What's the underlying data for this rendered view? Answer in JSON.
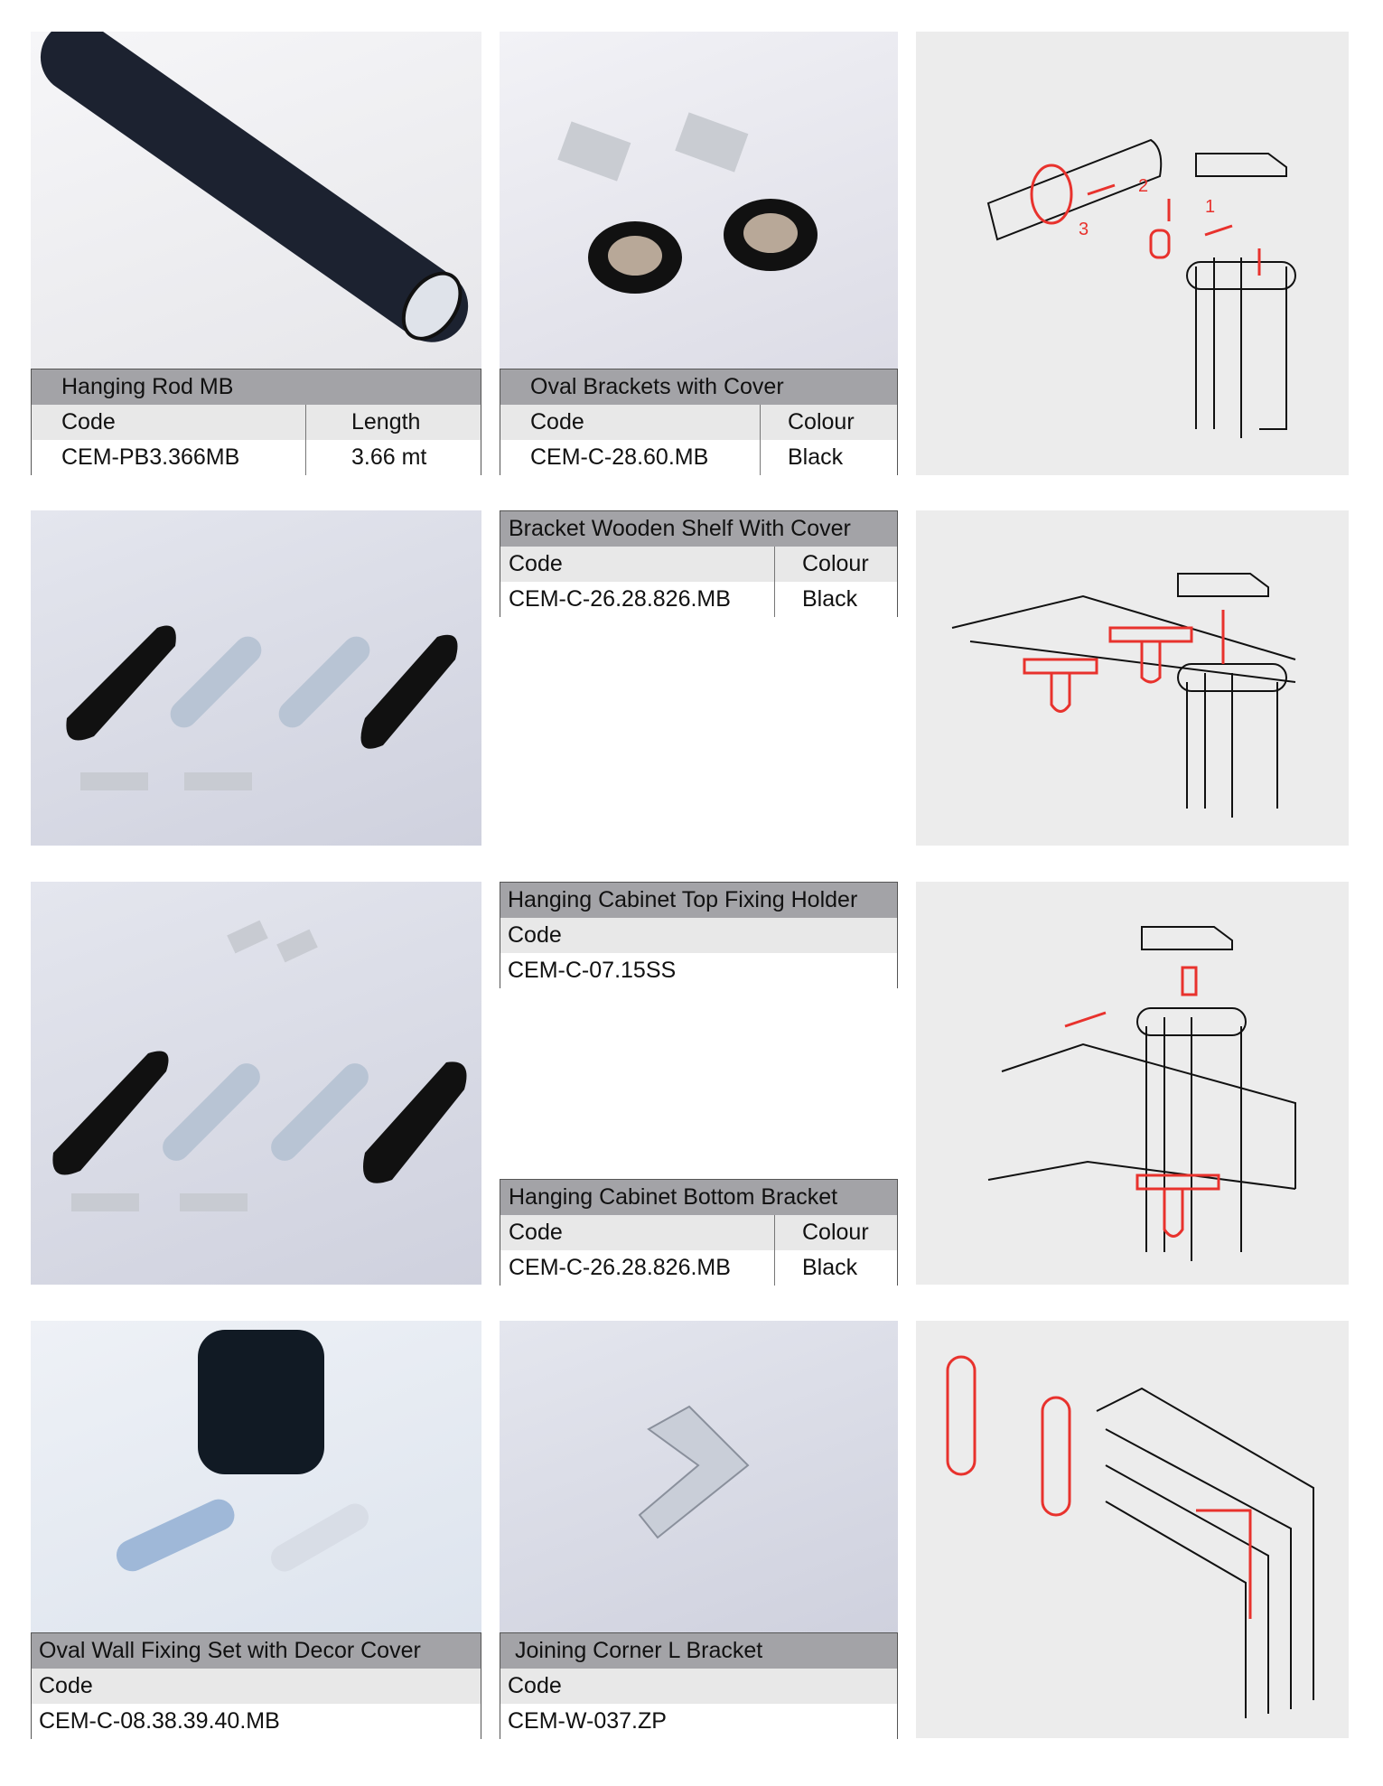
{
  "products": [
    {
      "title": "Hanging Rod MB",
      "headers": [
        "Code",
        "Length"
      ],
      "values": [
        "CEM-PB3.366MB",
        "3.66 mt"
      ]
    },
    {
      "title": "Oval Brackets with Cover",
      "headers": [
        "Code",
        "Colour"
      ],
      "values": [
        "CEM-C-28.60.MB",
        "Black"
      ]
    },
    {
      "title": "Bracket Wooden Shelf With Cover",
      "headers": [
        "Code",
        "Colour"
      ],
      "values": [
        "CEM-C-26.28.826.MB",
        "Black"
      ]
    },
    {
      "title": "Hanging Cabinet Top Fixing Holder",
      "headers": [
        "Code"
      ],
      "values": [
        "CEM-C-07.15SS"
      ]
    },
    {
      "title": "Hanging Cabinet Bottom Bracket",
      "headers": [
        "Code",
        "Colour"
      ],
      "values": [
        "CEM-C-26.28.826.MB",
        "Black"
      ]
    },
    {
      "title": "Oval Wall Fixing Set with Decor Cover",
      "headers": [
        "Code"
      ],
      "values": [
        "CEM-C-08.38.39.40.MB"
      ]
    },
    {
      "title": "Joining Corner L Bracket",
      "headers": [
        "Code"
      ],
      "values": [
        "CEM-W-037.ZP"
      ]
    }
  ],
  "diagram_labels": [
    "1",
    "2",
    "3"
  ],
  "colors": {
    "header": "#a3a3a7",
    "label_row": "#e8e8e8",
    "accent_red": "#e8322d"
  }
}
